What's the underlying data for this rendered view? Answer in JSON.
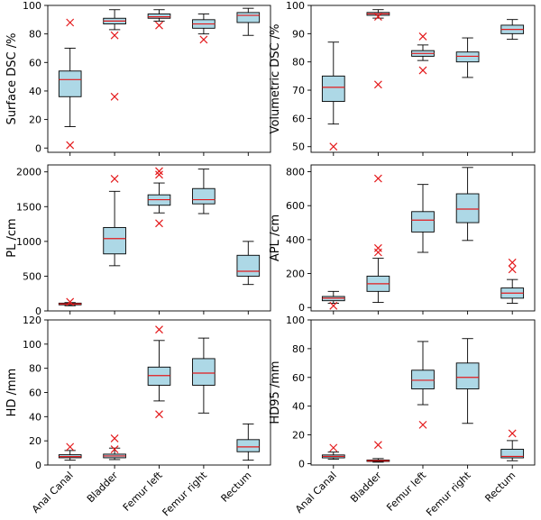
{
  "chart_data": [
    {
      "type": "box",
      "ylabel": "Surface DSC /%",
      "ylim": [
        -3,
        100
      ],
      "yticks": [
        0,
        20,
        40,
        60,
        80,
        100
      ],
      "categories": [
        "Anal Canal",
        "Bladder",
        "Femur left",
        "Femur right",
        "Rectum"
      ],
      "boxes": [
        {
          "whisker_low": 15,
          "q1": 36,
          "median": 48,
          "q3": 54,
          "whisker_high": 70,
          "outliers": [
            88,
            2
          ]
        },
        {
          "whisker_low": 83,
          "q1": 87,
          "median": 89,
          "q3": 91,
          "whisker_high": 97,
          "outliers": [
            79,
            36
          ]
        },
        {
          "whisker_low": 89,
          "q1": 91,
          "median": 92,
          "q3": 94,
          "whisker_high": 97,
          "outliers": [
            86
          ]
        },
        {
          "whisker_low": 80,
          "q1": 84,
          "median": 87,
          "q3": 90,
          "whisker_high": 94,
          "outliers": [
            76
          ]
        },
        {
          "whisker_low": 79,
          "q1": 88,
          "median": 93,
          "q3": 95,
          "whisker_high": 98,
          "outliers": []
        }
      ]
    },
    {
      "type": "box",
      "ylabel": "Volumetric DSC /%",
      "ylim": [
        48,
        100
      ],
      "yticks": [
        50,
        60,
        70,
        80,
        90,
        100
      ],
      "categories": [
        "Anal Canal",
        "Bladder",
        "Femur left",
        "Femur right",
        "Rectum"
      ],
      "boxes": [
        {
          "whisker_low": 58,
          "q1": 66,
          "median": 71,
          "q3": 75,
          "whisker_high": 87,
          "outliers": [
            50
          ]
        },
        {
          "whisker_low": 95.5,
          "q1": 96.5,
          "median": 97,
          "q3": 97.5,
          "whisker_high": 98.5,
          "outliers": [
            96,
            72
          ]
        },
        {
          "whisker_low": 80.5,
          "q1": 82,
          "median": 83,
          "q3": 84,
          "whisker_high": 86,
          "outliers": [
            89,
            77
          ]
        },
        {
          "whisker_low": 74.5,
          "q1": 80,
          "median": 82,
          "q3": 83.5,
          "whisker_high": 88.5,
          "outliers": []
        },
        {
          "whisker_low": 88,
          "q1": 90,
          "median": 91.5,
          "q3": 93,
          "whisker_high": 95,
          "outliers": []
        }
      ]
    },
    {
      "type": "box",
      "ylabel": "PL /cm",
      "ylim": [
        0,
        2100
      ],
      "yticks": [
        0,
        500,
        1000,
        1500,
        2000
      ],
      "categories": [
        "Anal Canal",
        "Bladder",
        "Femur left",
        "Femur right",
        "Rectum"
      ],
      "boxes": [
        {
          "whisker_low": 75,
          "q1": 88,
          "median": 100,
          "q3": 112,
          "whisker_high": 120,
          "outliers": [
            130
          ]
        },
        {
          "whisker_low": 650,
          "q1": 820,
          "median": 1040,
          "q3": 1200,
          "whisker_high": 1720,
          "outliers": [
            1900
          ]
        },
        {
          "whisker_low": 1410,
          "q1": 1520,
          "median": 1600,
          "q3": 1670,
          "whisker_high": 1840,
          "outliers": [
            2010,
            1960,
            1260
          ]
        },
        {
          "whisker_low": 1400,
          "q1": 1540,
          "median": 1600,
          "q3": 1760,
          "whisker_high": 2040,
          "outliers": []
        },
        {
          "whisker_low": 380,
          "q1": 500,
          "median": 570,
          "q3": 800,
          "whisker_high": 1000,
          "outliers": []
        }
      ]
    },
    {
      "type": "box",
      "ylabel": "APL /cm",
      "ylim": [
        -20,
        840
      ],
      "yticks": [
        0,
        200,
        400,
        600,
        800
      ],
      "categories": [
        "Anal Canal",
        "Bladder",
        "Femur left",
        "Femur right",
        "Rectum"
      ],
      "boxes": [
        {
          "whisker_low": 25,
          "q1": 40,
          "median": 55,
          "q3": 65,
          "whisker_high": 95,
          "outliers": [
            10
          ]
        },
        {
          "whisker_low": 30,
          "q1": 95,
          "median": 140,
          "q3": 185,
          "whisker_high": 290,
          "outliers": [
            760,
            350,
            325
          ]
        },
        {
          "whisker_low": 325,
          "q1": 445,
          "median": 515,
          "q3": 565,
          "whisker_high": 725,
          "outliers": []
        },
        {
          "whisker_low": 395,
          "q1": 500,
          "median": 580,
          "q3": 670,
          "whisker_high": 825,
          "outliers": []
        },
        {
          "whisker_low": 25,
          "q1": 55,
          "median": 85,
          "q3": 115,
          "whisker_high": 165,
          "outliers": [
            265,
            225
          ]
        }
      ]
    },
    {
      "type": "box",
      "ylabel": "HD /mm",
      "ylim": [
        0,
        120
      ],
      "yticks": [
        0,
        20,
        40,
        60,
        80,
        100,
        120
      ],
      "categories": [
        "Anal Canal",
        "Bladder",
        "Femur left",
        "Femur right",
        "Rectum"
      ],
      "boxes": [
        {
          "whisker_low": 4,
          "q1": 6,
          "median": 7,
          "q3": 8.5,
          "whisker_high": 12,
          "outliers": [
            15
          ]
        },
        {
          "whisker_low": 4.5,
          "q1": 6,
          "median": 7.5,
          "q3": 9,
          "whisker_high": 14,
          "outliers": [
            22,
            13
          ]
        },
        {
          "whisker_low": 53,
          "q1": 66,
          "median": 74,
          "q3": 81,
          "whisker_high": 103,
          "outliers": [
            112,
            42
          ]
        },
        {
          "whisker_low": 43,
          "q1": 66,
          "median": 76,
          "q3": 88,
          "whisker_high": 105,
          "outliers": []
        },
        {
          "whisker_low": 4,
          "q1": 11,
          "median": 15,
          "q3": 21,
          "whisker_high": 34,
          "outliers": []
        }
      ]
    },
    {
      "type": "box",
      "ylabel": "HD95 /mm",
      "ylim": [
        -1,
        100
      ],
      "yticks": [
        0,
        20,
        40,
        60,
        80,
        100
      ],
      "categories": [
        "Anal Canal",
        "Bladder",
        "Femur left",
        "Femur right",
        "Rectum"
      ],
      "boxes": [
        {
          "whisker_low": 3,
          "q1": 4,
          "median": 5,
          "q3": 6,
          "whisker_high": 8,
          "outliers": [
            11
          ]
        },
        {
          "whisker_low": 1,
          "q1": 1.5,
          "median": 2,
          "q3": 2.5,
          "whisker_high": 3.5,
          "outliers": [
            13
          ]
        },
        {
          "whisker_low": 41,
          "q1": 52,
          "median": 58,
          "q3": 65,
          "whisker_high": 85,
          "outliers": [
            27
          ]
        },
        {
          "whisker_low": 28,
          "q1": 52,
          "median": 60,
          "q3": 70,
          "whisker_high": 87,
          "outliers": []
        },
        {
          "whisker_low": 2,
          "q1": 4,
          "median": 5,
          "q3": 10,
          "whisker_high": 16,
          "outliers": [
            21
          ]
        }
      ]
    }
  ],
  "style": {
    "box_fill": "#add8e6",
    "box_edge": "#000000",
    "median_color": "#e41a1c",
    "outlier_color": "#e41a1c",
    "axes_edge": "#000000"
  }
}
